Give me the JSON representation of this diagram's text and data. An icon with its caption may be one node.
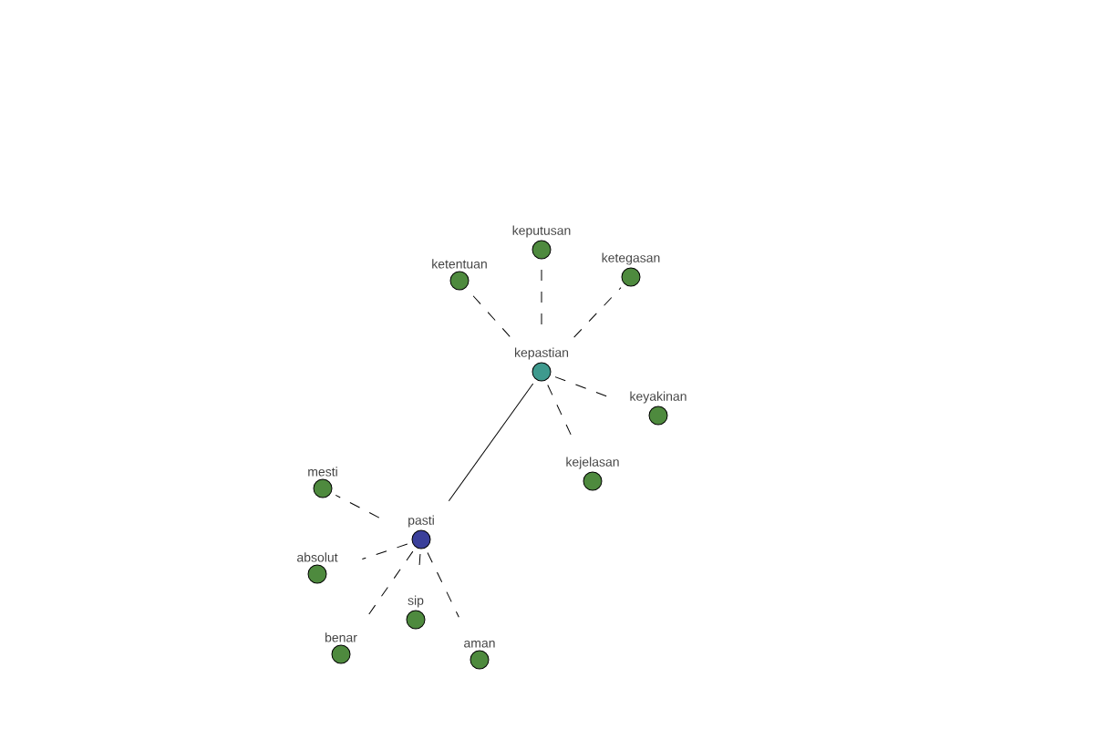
{
  "diagram": {
    "nodes": [
      {
        "text": [
          "pasti"
        ]
      },
      {
        "text": [
          "kepastian"
        ]
      },
      {
        "text": [
          "ketentuan"
        ]
      },
      {
        "text": [
          "keputusan"
        ]
      },
      {
        "text": [
          "ketegasan"
        ]
      },
      {
        "text": [
          "keyakinan"
        ]
      },
      {
        "text": [
          "kejelasan"
        ]
      },
      {
        "text": [
          "mesti"
        ]
      },
      {
        "text": [
          "absolut"
        ]
      },
      {
        "text": [
          "sip"
        ]
      },
      {
        "text": [
          "benar"
        ]
      },
      {
        "text": [
          "aman"
        ]
      }
    ],
    "edges": [
      {
        "from": 0,
        "to": 1,
        "arrow": "none"
      },
      {
        "from": 1,
        "to": 2,
        "arrow": "none",
        "style": "dashed"
      },
      {
        "from": 1,
        "to": 3,
        "arrow": "none",
        "style": "dashed"
      },
      {
        "from": 1,
        "to": 4,
        "arrow": "none",
        "style": "dashed"
      },
      {
        "from": 1,
        "to": 5,
        "arrow": "none",
        "style": "dashed"
      },
      {
        "from": 1,
        "to": 6,
        "arrow": "none",
        "style": "dashed"
      },
      {
        "from": 0,
        "to": 7,
        "arrow": "none",
        "style": "dashed"
      },
      {
        "from": 0,
        "to": 8,
        "arrow": "none",
        "style": "dashed"
      },
      {
        "from": 0,
        "to": 9,
        "arrow": "none",
        "style": "dashed"
      },
      {
        "from": 0,
        "to": 10,
        "arrow": "none",
        "style": "dashed"
      },
      {
        "from": 0,
        "to": 11,
        "arrow": "none",
        "style": "dashed"
      }
    ]
  }
}
